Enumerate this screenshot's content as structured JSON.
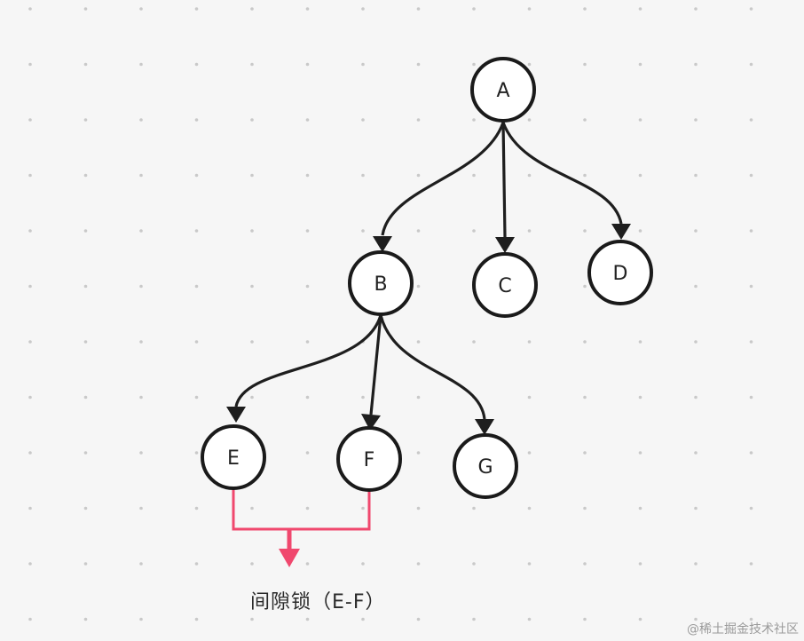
{
  "diagram": {
    "nodes": [
      {
        "id": "A",
        "label": "A"
      },
      {
        "id": "B",
        "label": "B"
      },
      {
        "id": "C",
        "label": "C"
      },
      {
        "id": "D",
        "label": "D"
      },
      {
        "id": "E",
        "label": "E"
      },
      {
        "id": "F",
        "label": "F"
      },
      {
        "id": "G",
        "label": "G"
      }
    ],
    "edges": [
      {
        "from": "A",
        "to": "B"
      },
      {
        "from": "A",
        "to": "C"
      },
      {
        "from": "A",
        "to": "D"
      },
      {
        "from": "B",
        "to": "E"
      },
      {
        "from": "B",
        "to": "F"
      },
      {
        "from": "B",
        "to": "G"
      }
    ],
    "gap_lock": {
      "between": [
        "E",
        "F"
      ],
      "color": "#f0486e"
    },
    "caption": "间隙锁（E-F）"
  },
  "watermark": "@稀土掘金技术社区"
}
